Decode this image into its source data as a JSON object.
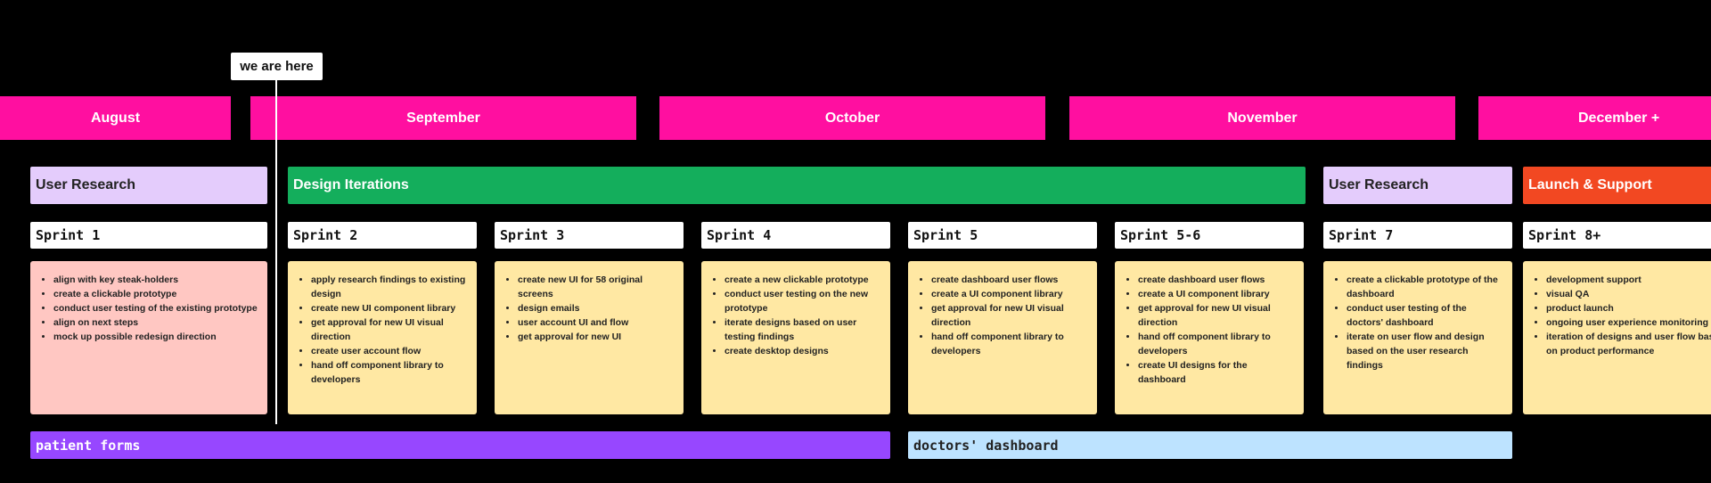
{
  "colors": {
    "month_bar": "#ff0fa0",
    "user_research": "#e4ccfc",
    "design_iterations": "#14ae5c",
    "launch_support": "#f24822",
    "card_red": "#ffc7c2",
    "card_yellow": "#ffe8a3",
    "patient_forms": "#9747ff",
    "doctors_dashboard": "#bde3ff"
  },
  "marker": {
    "label": "we are here"
  },
  "months": [
    "August",
    "September",
    "October",
    "November",
    "December +"
  ],
  "phases": [
    "User Research",
    "Design Iterations",
    "User Research",
    "Launch & Support"
  ],
  "sprints": [
    {
      "title": "Sprint 1",
      "items": [
        "align with key steak-holders",
        "create a clickable prototype",
        "conduct user testing of the existing prototype",
        "align on next steps",
        "mock up possible redesign direction"
      ]
    },
    {
      "title": "Sprint 2",
      "items": [
        "apply research findings to existing design",
        "create new UI component library",
        "get approval for new UI visual direction",
        "create user account flow",
        "hand off component library to developers"
      ]
    },
    {
      "title": "Sprint 3",
      "items": [
        "create new UI for 58 original screens",
        "design emails",
        "user account UI and flow",
        "get approval for new UI"
      ]
    },
    {
      "title": "Sprint 4",
      "items": [
        "create a new clickable prototype",
        "conduct user testing on the new prototype",
        "iterate designs based on user testing findings",
        "create desktop designs"
      ]
    },
    {
      "title": "Sprint 5",
      "items": [
        "create dashboard user flows",
        "create a UI component library",
        "get approval for new UI visual direction",
        "hand off component library to developers"
      ]
    },
    {
      "title": "Sprint 5-6",
      "items": [
        "create dashboard user flows",
        "create a UI component library",
        "get approval for new UI visual direction",
        "hand off component library to developers",
        "create UI designs for the dashboard"
      ]
    },
    {
      "title": "Sprint 7",
      "items": [
        "create a clickable prototype of the dashboard",
        "conduct user testing of the doctors' dashboard",
        "iterate on user flow and design based on the user research findings"
      ]
    },
    {
      "title": "Sprint 8+",
      "items": [
        "development support",
        "visual QA",
        "product launch",
        "ongoing user experience monitoring",
        "iteration of designs and user flow based on product performance"
      ]
    }
  ],
  "streams": [
    "patient forms",
    "doctors' dashboard"
  ]
}
